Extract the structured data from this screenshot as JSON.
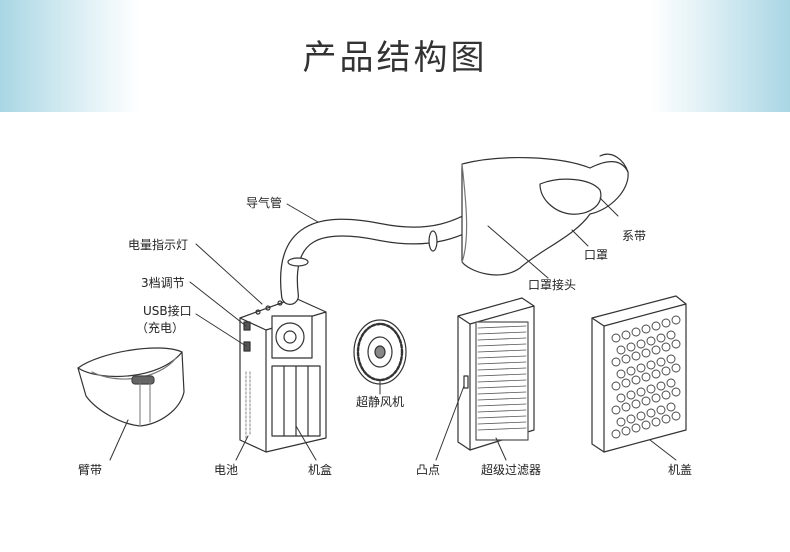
{
  "title": "产品结构图",
  "labels": {
    "air_tube": "导气管",
    "battery_indicator": "电量指示灯",
    "speed_control": "3档调节",
    "usb_port": "USB接口",
    "charging": "（充电）",
    "strap": "系带",
    "mask": "口罩",
    "mask_connector": "口罩接头",
    "arm_band": "臂带",
    "silent_fan": "超静风机",
    "battery": "电池",
    "case": "机盒",
    "bump": "凸点",
    "filter": "超级过滤器",
    "cover": "机盖"
  },
  "colors": {
    "banner": "#a9d6e4",
    "line": "#333333"
  }
}
